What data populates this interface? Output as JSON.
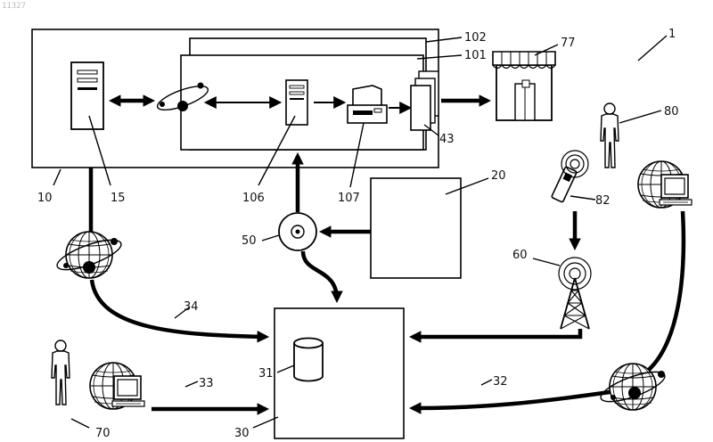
{
  "header": {
    "stamp": "11327"
  },
  "labels": {
    "system": "1",
    "l10": "10",
    "l15": "15",
    "l20": "20",
    "l30": "30",
    "l31": "31",
    "l32": "32",
    "l33": "33",
    "l34": "34",
    "l43": "43",
    "l50": "50",
    "l60": "60",
    "l70": "70",
    "l77": "77",
    "l80": "80",
    "l82": "82",
    "l101": "101",
    "l102": "102",
    "l106": "106",
    "l107": "107"
  },
  "icons": {
    "server": "server-tower-icon",
    "network": "network-orbit-icon",
    "printer": "printer-icon",
    "documents": "document-stack-icon",
    "shop": "shop-awning-icon",
    "person": "person-icon",
    "phone": "mobile-phone-icon",
    "antenna": "antenna-tower-icon",
    "globe": "globe-icon",
    "computer": "computer-monitor-icon",
    "disc": "optical-disc-icon",
    "database": "database-cylinder-icon"
  }
}
